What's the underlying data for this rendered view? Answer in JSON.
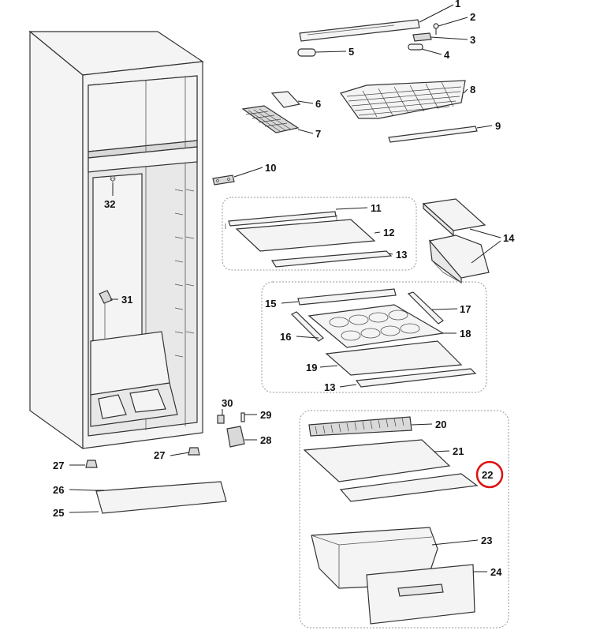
{
  "parts": [
    {
      "id": "p1",
      "label": "1"
    },
    {
      "id": "p2",
      "label": "2"
    },
    {
      "id": "p3",
      "label": "3"
    },
    {
      "id": "p4",
      "label": "4"
    },
    {
      "id": "p5",
      "label": "5"
    },
    {
      "id": "p6",
      "label": "6"
    },
    {
      "id": "p7",
      "label": "7"
    },
    {
      "id": "p8",
      "label": "8"
    },
    {
      "id": "p9",
      "label": "9"
    },
    {
      "id": "p10",
      "label": "10"
    },
    {
      "id": "p11",
      "label": "11"
    },
    {
      "id": "p12",
      "label": "12"
    },
    {
      "id": "p13a",
      "label": "13"
    },
    {
      "id": "p14",
      "label": "14"
    },
    {
      "id": "p15",
      "label": "15"
    },
    {
      "id": "p16",
      "label": "16"
    },
    {
      "id": "p17",
      "label": "17"
    },
    {
      "id": "p18",
      "label": "18"
    },
    {
      "id": "p19",
      "label": "19"
    },
    {
      "id": "p13b",
      "label": "13"
    },
    {
      "id": "p20",
      "label": "20"
    },
    {
      "id": "p21",
      "label": "21"
    },
    {
      "id": "p22",
      "label": "22",
      "highlighted": true
    },
    {
      "id": "p23",
      "label": "23"
    },
    {
      "id": "p24",
      "label": "24"
    },
    {
      "id": "p25",
      "label": "25"
    },
    {
      "id": "p26",
      "label": "26"
    },
    {
      "id": "p27a",
      "label": "27"
    },
    {
      "id": "p27b",
      "label": "27"
    },
    {
      "id": "p28",
      "label": "28"
    },
    {
      "id": "p29",
      "label": "29"
    },
    {
      "id": "p30",
      "label": "30"
    },
    {
      "id": "p31",
      "label": "31"
    },
    {
      "id": "p32",
      "label": "32"
    }
  ],
  "colors": {
    "highlight": "#e01010",
    "line": "#333333",
    "background": "#ffffff"
  }
}
